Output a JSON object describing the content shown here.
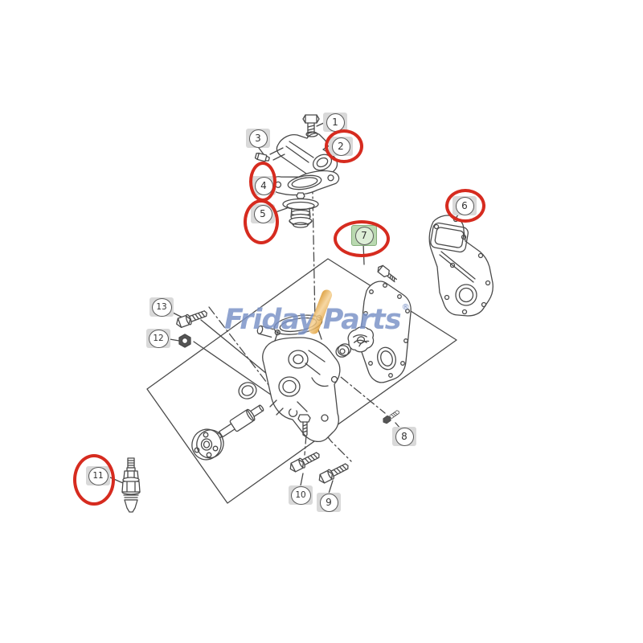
{
  "watermark": {
    "brand_first": "Friday",
    "brand_second": "Parts",
    "registered_mark": "®",
    "text_color": "#7b93c8",
    "slash_color": "#e8a33d"
  },
  "callouts": {
    "c1": {
      "label": "1"
    },
    "c2": {
      "label": "2"
    },
    "c3": {
      "label": "3"
    },
    "c4": {
      "label": "4"
    },
    "c5": {
      "label": "5"
    },
    "c6": {
      "label": "6"
    },
    "c7": {
      "label": "7"
    },
    "c8": {
      "label": "8"
    },
    "c9": {
      "label": "9"
    },
    "c10": {
      "label": "10"
    },
    "c11": {
      "label": "11"
    },
    "c12": {
      "label": "12"
    },
    "c13": {
      "label": "13"
    }
  },
  "highlight": {
    "ellipse_color": "#d62b1f",
    "circled_callouts": [
      "2",
      "4",
      "5",
      "6",
      "7",
      "11"
    ],
    "selected_callout": "7",
    "selected_badge_fill": "#b9d9b0",
    "default_badge_fill": "#d9d9d9"
  }
}
